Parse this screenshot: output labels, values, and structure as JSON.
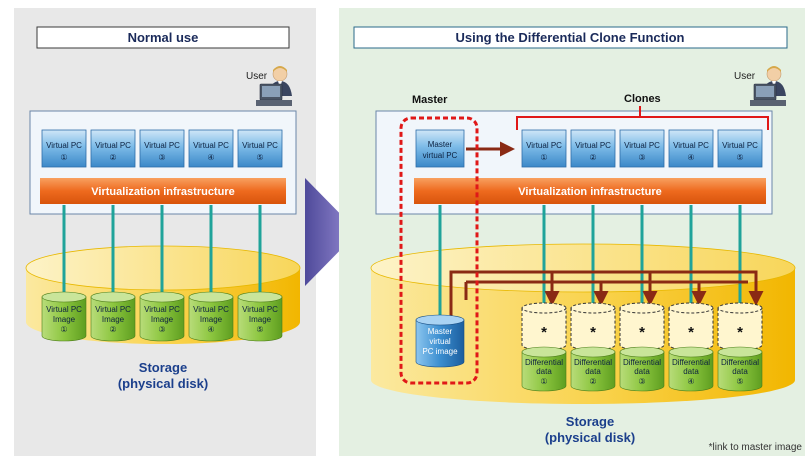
{
  "left_panel": {
    "title": "Normal use",
    "user_label": "User",
    "virtual_pcs": [
      "Virtual PC",
      "Virtual PC",
      "Virtual PC",
      "Virtual PC",
      "Virtual PC"
    ],
    "pc_numbers": [
      "①",
      "②",
      "③",
      "④",
      "⑤"
    ],
    "infrastructure_label": "Virtualization infrastructure",
    "images": [
      "Virtual PC Image",
      "Virtual PC Image",
      "Virtual PC Image",
      "Virtual PC Image",
      "Virtual PC Image"
    ],
    "image_line1": "Virtual PC",
    "image_line2": "Image",
    "storage_line1": "Storage",
    "storage_line2": "(physical disk)"
  },
  "right_panel": {
    "title": "Using the Differential Clone Function",
    "user_label": "User",
    "master_label": "Master",
    "clones_label": "Clones",
    "master_pc_line1": "Master",
    "master_pc_line2": "virtual PC",
    "virtual_pc_label": "Virtual PC",
    "pc_numbers": [
      "①",
      "②",
      "③",
      "④",
      "⑤"
    ],
    "infrastructure_label": "Virtualization infrastructure",
    "master_image_line1": "Master",
    "master_image_line2": "virtual",
    "master_image_line3": "PC image",
    "link_marker": "*",
    "diff_line1": "Differential",
    "diff_line2": "data",
    "storage_line1": "Storage",
    "storage_line2": "(physical disk)",
    "footnote": "*link to master image"
  },
  "colors": {
    "panel_left_bg": "#e8e8e8",
    "panel_right_bg": "#e4f0e2",
    "vpc_blue": "#5aa6dc",
    "infra_orange": "#ee6a1e",
    "storage_yellow": "#f7c200",
    "image_green": "#8cc63f",
    "connector_teal": "#1fa39a",
    "master_red": "#e01818",
    "arrow_brown": "#8a2a14",
    "chevron_purple": "#6a5fb0"
  }
}
